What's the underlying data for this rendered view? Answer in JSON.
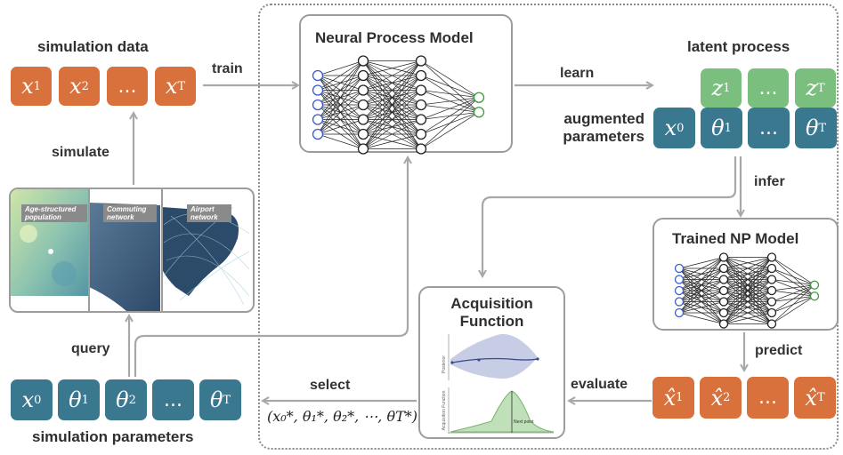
{
  "labels": {
    "simulation_data": "simulation data",
    "train": "train",
    "learn": "learn",
    "latent_process": "latent process",
    "augmented_line1": "augmented",
    "augmented_line2": "parameters",
    "infer": "infer",
    "simulate": "simulate",
    "query": "query",
    "simulation_parameters": "simulation parameters",
    "predict": "predict",
    "evaluate": "evaluate",
    "select": "select",
    "select_formula": "(x₀*, θ₁*, θ₂*, ⋯, θT*)"
  },
  "boxes": {
    "neural_process_model": "Neural Process Model",
    "trained_np_model": "Trained NP Model",
    "acquisition_line1": "Acquisition",
    "acquisition_line2": "Function"
  },
  "map_panels": [
    "Age-structured population",
    "Commuting network",
    "Airport network"
  ],
  "acquisition_plot": {
    "top_ylabel": "Posterior",
    "bottom_ylabel": "Acquisition Function",
    "annotation": "Next point"
  },
  "tiles": {
    "sim_data": [
      {
        "base": "x",
        "sub": "1"
      },
      {
        "base": "x",
        "sub": "2"
      },
      {
        "base": "...",
        "sub": ""
      },
      {
        "base": "x",
        "sub": "T"
      }
    ],
    "latent": [
      {
        "base": "z",
        "sub": "1"
      },
      {
        "base": "...",
        "sub": ""
      },
      {
        "base": "z",
        "sub": "T"
      }
    ],
    "augmented": [
      {
        "base": "x",
        "sub": "0"
      },
      {
        "base": "θ",
        "sub": "1"
      },
      {
        "base": "...",
        "sub": ""
      },
      {
        "base": "θ",
        "sub": "T"
      }
    ],
    "sim_params": [
      {
        "base": "x",
        "sub": "0"
      },
      {
        "base": "θ",
        "sub": "1"
      },
      {
        "base": "θ",
        "sub": "2"
      },
      {
        "base": "...",
        "sub": ""
      },
      {
        "base": "θ",
        "sub": "T"
      }
    ],
    "predicted": [
      {
        "base": "x̂",
        "sub": "1"
      },
      {
        "base": "x̂",
        "sub": "2"
      },
      {
        "base": "...",
        "sub": ""
      },
      {
        "base": "x̂",
        "sub": "T"
      }
    ]
  },
  "colors": {
    "orange": "#d9713c",
    "green": "#7bbf7f",
    "teal": "#3a7890",
    "arrow": "#a8a8a8",
    "input_node": "#3a5ccc",
    "output_node": "#3f9a3f"
  }
}
